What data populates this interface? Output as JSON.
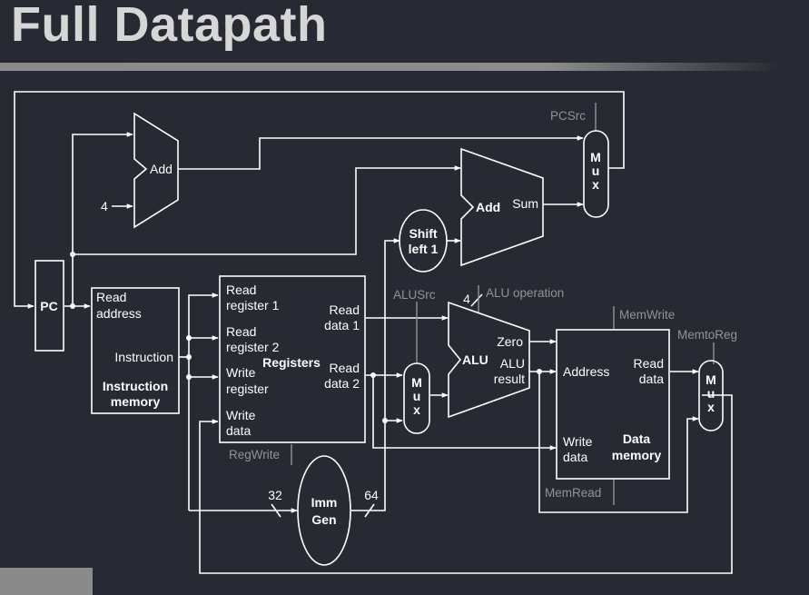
{
  "slide": {
    "title": "Full Datapath"
  },
  "units": {
    "pc": "PC",
    "add_top": "Add",
    "constant_four": "4",
    "instruction_memory": {
      "read_address": [
        "Read",
        "address"
      ],
      "instruction": "Instruction",
      "name": [
        "Instruction",
        "memory"
      ]
    },
    "registers": {
      "read_register_1": [
        "Read",
        "register 1"
      ],
      "read_register_2": [
        "Read",
        "register 2"
      ],
      "write_register": [
        "Write",
        "register"
      ],
      "write_data": [
        "Write",
        "data"
      ],
      "read_data_1": [
        "Read",
        "data 1"
      ],
      "read_data_2": [
        "Read",
        "data 2"
      ],
      "name": "Registers"
    },
    "shift_left": [
      "Shift",
      "left 1"
    ],
    "add_branch": {
      "name": "Add",
      "sum": "Sum"
    },
    "mux_pc": [
      "M",
      "u",
      "x"
    ],
    "mux_alu": [
      "M",
      "u",
      "x"
    ],
    "mux_mem": [
      "M",
      "u",
      "x"
    ],
    "alu": {
      "name": "ALU",
      "zero": "Zero",
      "result": [
        "ALU",
        "result"
      ]
    },
    "data_memory": {
      "address": "Address",
      "write_data": [
        "Write",
        "data"
      ],
      "read_data": [
        "Read",
        "data"
      ],
      "name": [
        "Data",
        "memory"
      ]
    },
    "imm_gen": {
      "name": [
        "Imm",
        "Gen"
      ],
      "in_width": "32",
      "out_width": "64"
    },
    "alu_op_width": "4"
  },
  "control_signals": {
    "pcsrc": "PCSrc",
    "alusrc": "ALUSrc",
    "alu_operation": "ALU operation",
    "memwrite": "MemWrite",
    "memtoreg": "MemtoReg",
    "regwrite": "RegWrite",
    "memread": "MemRead"
  },
  "colors": {
    "background": "#272a33",
    "wire": "#ffffff",
    "control": "#8f949a",
    "title": "#d6d6d6"
  }
}
